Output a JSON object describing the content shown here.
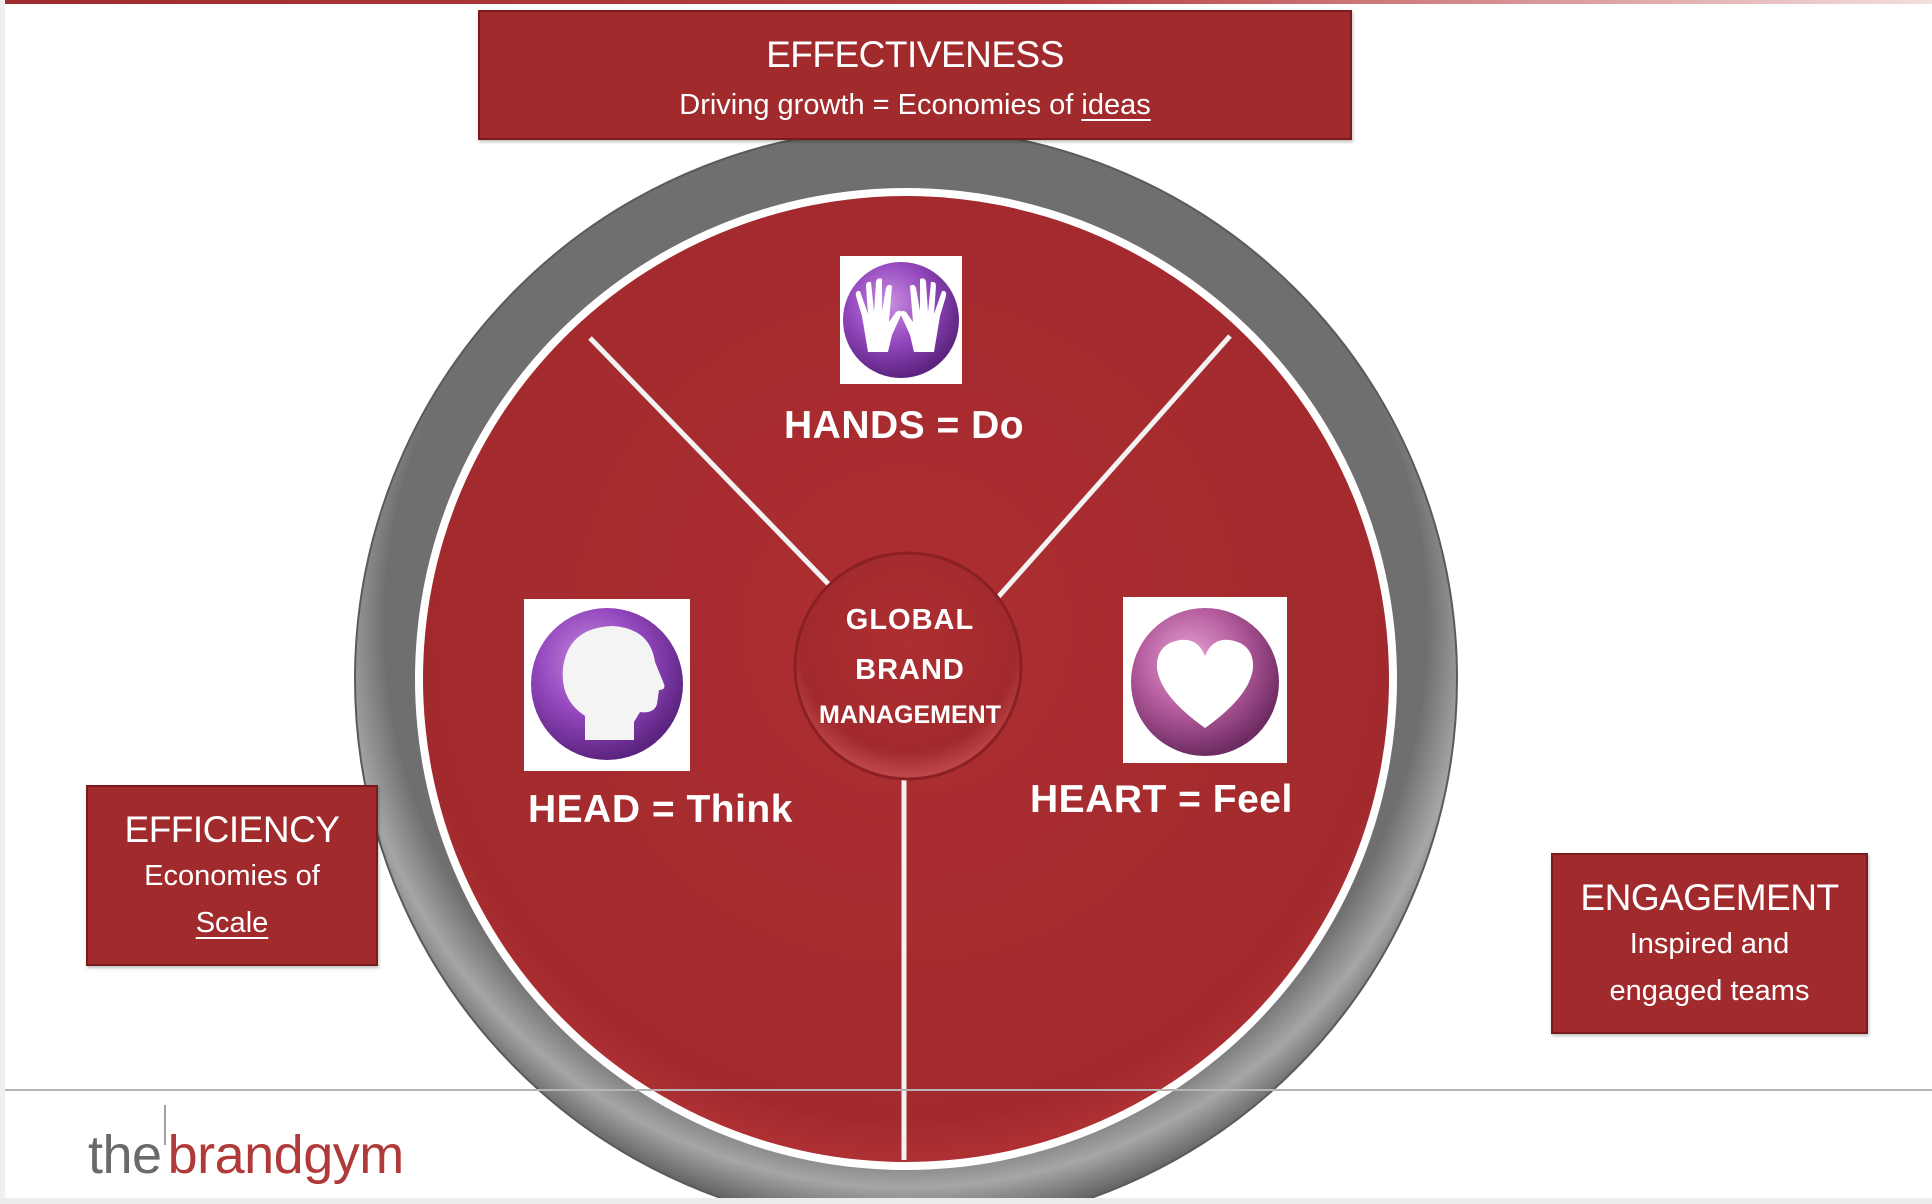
{
  "colors": {
    "brand_red": "#a12a2d",
    "ring_grey": "#8e8e8e",
    "icon_purple": "#8a3fb0",
    "icon_pink": "#a64d8e"
  },
  "effectiveness": {
    "title": "EFFECTIVENESS",
    "sub_prefix": "Driving growth = Economies of ",
    "sub_link": "ideas"
  },
  "efficiency": {
    "title": "EFFICIENCY",
    "line1": "Economies of",
    "line2": "Scale"
  },
  "engagement": {
    "title": "ENGAGEMENT",
    "line1": "Inspired and",
    "line2": "engaged teams"
  },
  "wheel": {
    "hub_lines": [
      "GLOBAL",
      "BRAND",
      "MANAGEMENT"
    ],
    "segments": {
      "hands": {
        "label": "HANDS = Do",
        "icon": "raised-hands-icon"
      },
      "head": {
        "label": "HEAD = Think",
        "icon": "head-profile-icon"
      },
      "heart": {
        "label": "HEART = Feel",
        "icon": "heart-icon"
      }
    }
  },
  "logo": {
    "part1": "the",
    "part2": "brandgym"
  }
}
